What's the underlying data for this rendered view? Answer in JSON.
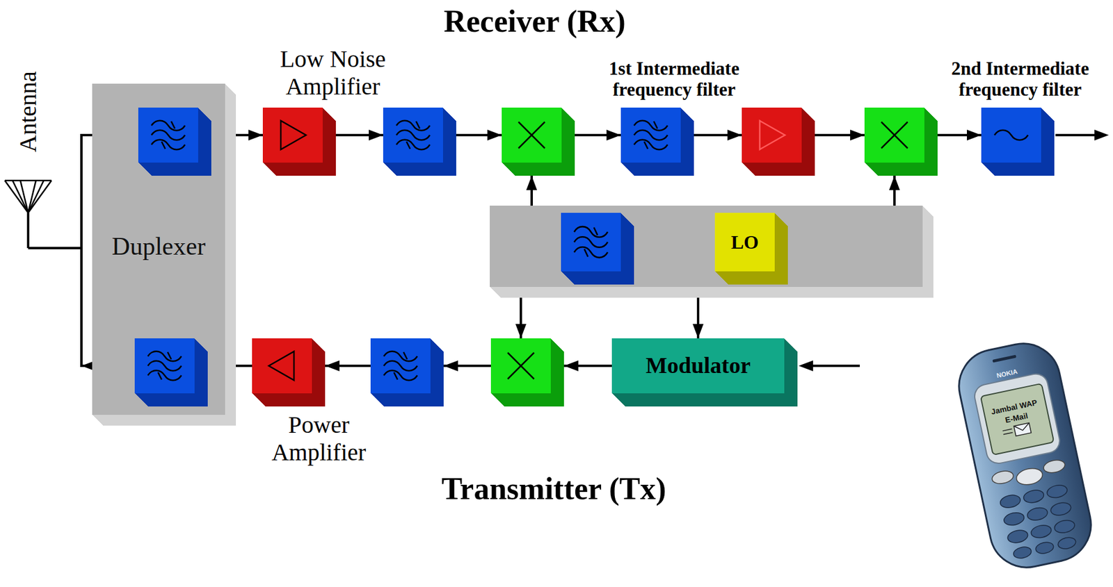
{
  "diagram": {
    "title": "Receiver (Rx)",
    "nodes": [
      {
        "text": [
          "Antenna"
        ]
      },
      {
        "text": [
          "Duplexer"
        ]
      },
      {
        "text": [],
        "in": 1
      },
      {
        "text": [
          "Low Noise Amplifier"
        ]
      },
      {
        "text": []
      },
      {
        "text": []
      },
      {
        "text": [
          "1st Intermediate frequency filter"
        ]
      },
      {
        "text": []
      },
      {
        "text": []
      },
      {
        "text": [
          "2nd Intermediate frequency filter"
        ]
      },
      {
        "text": []
      },
      {
        "text": [],
        "in": 10
      },
      {
        "text": [
          "LO"
        ],
        "in": 10
      },
      {
        "text": [],
        "in": 1
      },
      {
        "text": [
          "Power Amplifier"
        ]
      },
      {
        "text": []
      },
      {
        "text": []
      },
      {
        "text": [
          "Modulator"
        ]
      }
    ],
    "edges": [
      {
        "from": 0,
        "to": 2,
        "arrow": "to"
      },
      {
        "from": 2,
        "to": 3,
        "arrow": "to"
      },
      {
        "from": 3,
        "to": 4,
        "arrow": "to"
      },
      {
        "from": 4,
        "to": 5,
        "arrow": "to"
      },
      {
        "from": 5,
        "to": 6,
        "arrow": "to"
      },
      {
        "from": 6,
        "to": 7,
        "arrow": "to"
      },
      {
        "from": 7,
        "to": 8,
        "arrow": "to"
      },
      {
        "from": 8,
        "to": 9,
        "arrow": "to"
      },
      {
        "from": 10,
        "to": 5,
        "arrow": "to"
      },
      {
        "from": 10,
        "to": 8,
        "arrow": "to"
      },
      {
        "from": 10,
        "to": 16,
        "arrow": "to"
      },
      {
        "from": 10,
        "to": 17,
        "arrow": "to"
      },
      {
        "from": 17,
        "to": 16,
        "arrow": "to"
      },
      {
        "from": 16,
        "to": 15,
        "arrow": "to"
      },
      {
        "from": 15,
        "to": 14,
        "arrow": "to"
      },
      {
        "from": 14,
        "to": 13,
        "arrow": "to"
      },
      {
        "from": 13,
        "to": 0,
        "arrow": "to"
      }
    ],
    "labels": [
      "Transmitter (Tx)",
      "NOKIA",
      "Jambal WAP",
      "E-Mail"
    ]
  }
}
